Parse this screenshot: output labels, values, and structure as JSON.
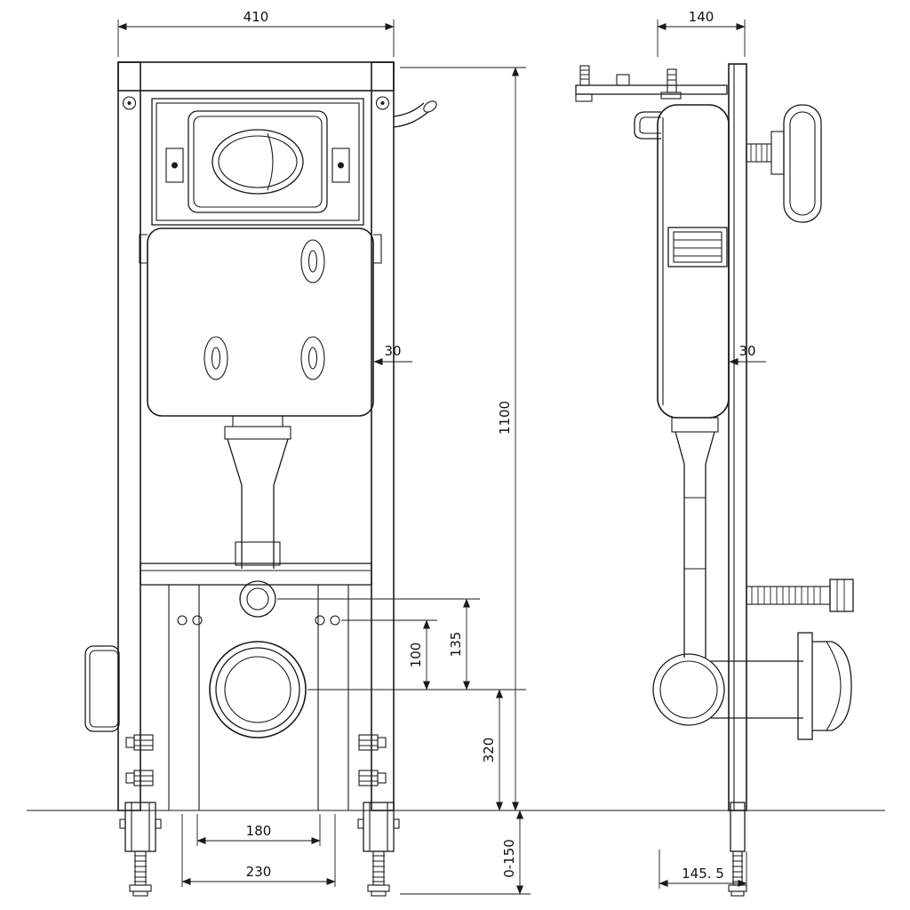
{
  "colors": {
    "line": "#1a1a1a",
    "background": "#ffffff"
  },
  "dims": {
    "front_width": "410",
    "side_depth": "140",
    "frame_height": "1100",
    "front_offset": "30",
    "side_offset": "30",
    "holes_to_outlet": "100",
    "inlet_to_outlet": "135",
    "outlet_height": "320",
    "inner_bolt_spacing": "180",
    "outer_bolt_spacing": "230",
    "foot_adjustment": "0-150",
    "outlet_projection": "145. 5"
  }
}
